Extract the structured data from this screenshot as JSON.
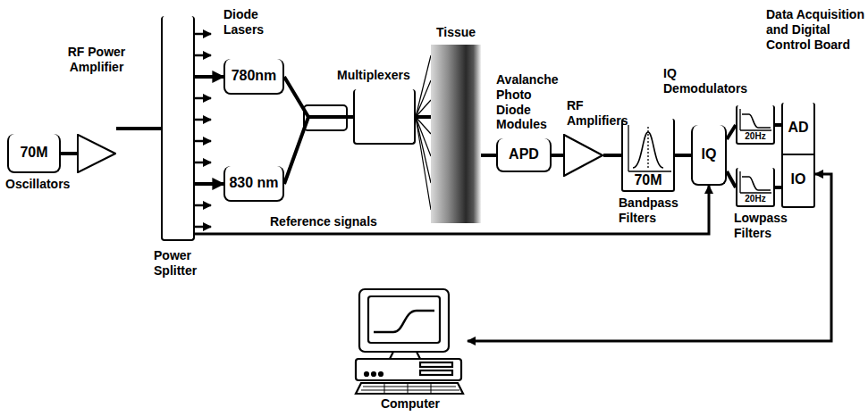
{
  "diagram": {
    "nodes": [
      {
        "text": [
          "70M",
          "Oscillators"
        ]
      },
      {
        "text": [
          "RF Power Amplifier"
        ]
      },
      {
        "text": [
          "Power Splitter"
        ]
      },
      {
        "text": [
          "780nm"
        ]
      },
      {
        "text": [
          "830 nm"
        ]
      },
      {
        "text": [
          "Multiplexers"
        ]
      },
      {
        "text": [
          "Tissue"
        ]
      },
      {
        "text": [
          "Avalanche Photo Diode Modules",
          "APD"
        ]
      },
      {
        "text": [
          "RF Amplifiers"
        ]
      },
      {
        "text": [
          "70M",
          "Bandpass Filters"
        ]
      },
      {
        "text": [
          "IQ Demodulators",
          "IQ"
        ]
      },
      {
        "text": [
          "20Hz"
        ]
      },
      {
        "text": [
          "20Hz",
          "Lowpass Filters"
        ]
      },
      {
        "text": [
          "Data Acquisition and Digital Control Board"
        ]
      },
      {
        "text": [
          "AD"
        ],
        "in": 13
      },
      {
        "text": [
          "IO"
        ],
        "in": 13
      },
      {
        "text": [
          "Computer"
        ]
      }
    ],
    "edges": [
      {
        "from": 0,
        "to": 1,
        "arrow": "none"
      },
      {
        "from": 1,
        "to": 2,
        "arrow": "none"
      },
      {
        "from": 2,
        "to": 3,
        "arrow": "to"
      },
      {
        "from": 2,
        "to": 4,
        "arrow": "to"
      },
      {
        "from": 3,
        "to": 5,
        "arrow": "none"
      },
      {
        "from": 4,
        "to": 5,
        "arrow": "none"
      },
      {
        "from": 5,
        "to": 6,
        "arrow": "none"
      },
      {
        "from": 6,
        "to": 7,
        "arrow": "none"
      },
      {
        "from": 7,
        "to": 8,
        "arrow": "none"
      },
      {
        "from": 8,
        "to": 9,
        "arrow": "none"
      },
      {
        "from": 9,
        "to": 10,
        "arrow": "none"
      },
      {
        "from": 10,
        "to": 11,
        "arrow": "none"
      },
      {
        "from": 10,
        "to": 12,
        "arrow": "none"
      },
      {
        "from": 11,
        "to": 13,
        "arrow": "none"
      },
      {
        "from": 12,
        "to": 13,
        "arrow": "none"
      },
      {
        "from": 2,
        "to": 10,
        "label": "Reference signals",
        "arrow": "to"
      },
      {
        "from": 13,
        "to": 16,
        "arrow": "both"
      }
    ],
    "labels": [
      "Diode Lasers"
    ]
  }
}
